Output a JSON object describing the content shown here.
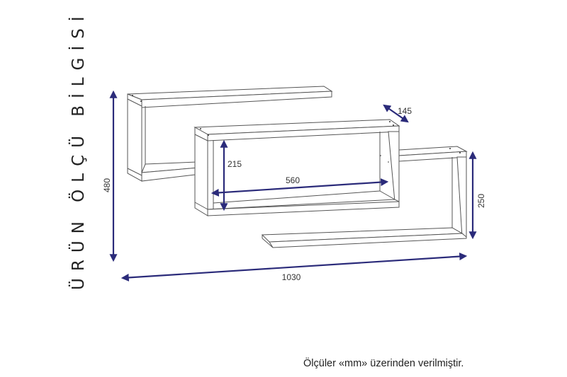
{
  "title": "ÜRÜN ÖLÇÜ BİLGİSİ",
  "footer_note": "Ölçüler «mm» üzerinden verilmiştir.",
  "units": "mm",
  "colors": {
    "dimension_line": "#2b2b7a",
    "drawing_line": "#555555",
    "background": "#ffffff"
  },
  "dimensions": {
    "total_height": "480",
    "total_width": "1030",
    "depth": "145",
    "inner_height": "215",
    "inner_width": "560",
    "side_height": "250"
  },
  "components": [
    {
      "name": "left-l-shelf"
    },
    {
      "name": "middle-box-shelf"
    },
    {
      "name": "right-l-shelf"
    }
  ]
}
